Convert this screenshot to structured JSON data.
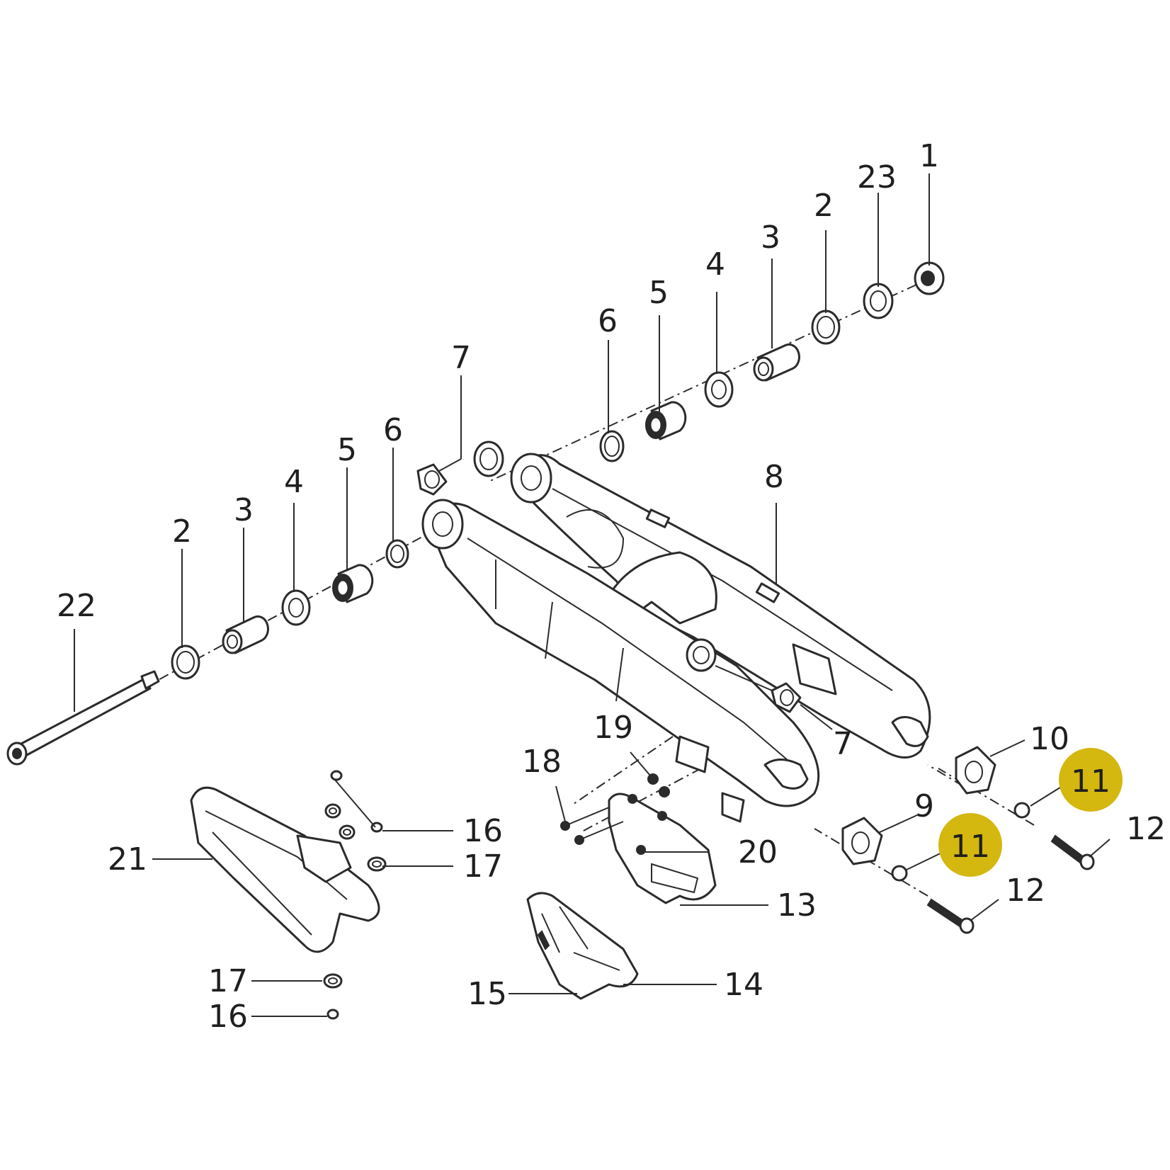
{
  "diagram": {
    "highlight_color": "#d4b70f",
    "callouts": {
      "c1": "1",
      "c2a": "2",
      "c2b": "2",
      "c3a": "3",
      "c3b": "3",
      "c4a": "4",
      "c4b": "4",
      "c5a": "5",
      "c5b": "5",
      "c6a": "6",
      "c6b": "6",
      "c7a": "7",
      "c7b": "7",
      "c8": "8",
      "c9": "9",
      "c10": "10",
      "c11a": "11",
      "c11b": "11",
      "c12a": "12",
      "c12b": "12",
      "c13": "13",
      "c14": "14",
      "c15": "15",
      "c16a": "16",
      "c16b": "16",
      "c17a": "17",
      "c17b": "17",
      "c18": "18",
      "c19": "19",
      "c20": "20",
      "c21": "21",
      "c22": "22",
      "c23": "23"
    }
  }
}
